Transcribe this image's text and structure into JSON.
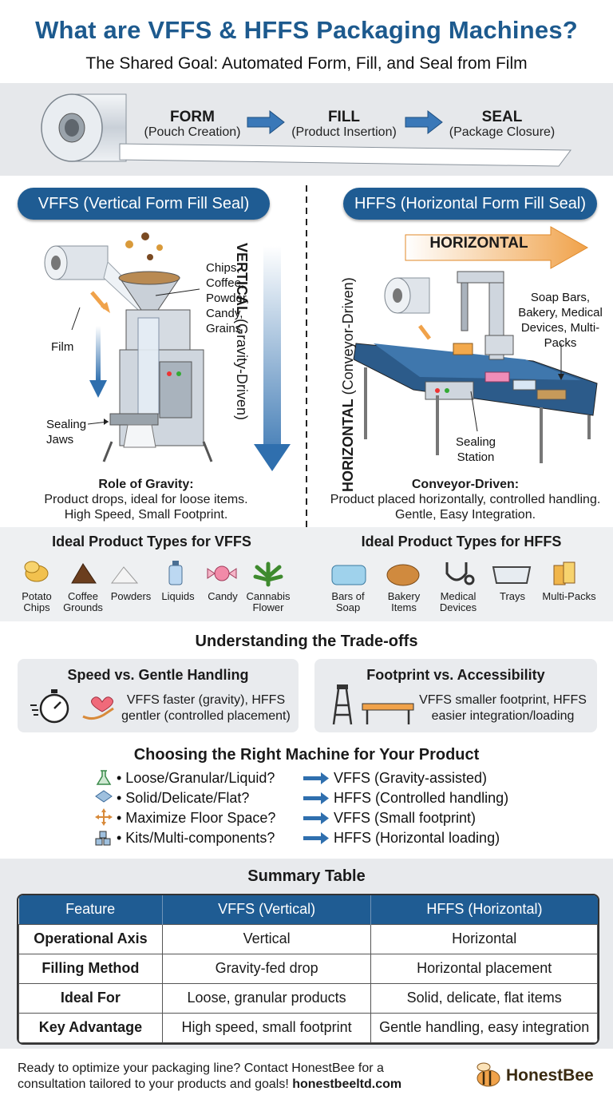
{
  "title": "What are VFFS & HFFS Packaging Machines?",
  "subtitle": "The Shared Goal: Automated Form, Fill, and Seal from Film",
  "process": [
    {
      "label": "FORM",
      "sub": "(Pouch Creation)"
    },
    {
      "label": "FILL",
      "sub": "(Product Insertion)"
    },
    {
      "label": "SEAL",
      "sub": "(Package Closure)"
    }
  ],
  "vffs": {
    "pill": "VFFS (Vertical Form Fill Seal)",
    "axis_bold": "VERTICAL",
    "axis_rest": " (Gravity-Driven)",
    "film_label": "Film",
    "jaws_label": "Sealing Jaws",
    "products_label": "Chips, Coffee, Powder, Candy, Grains",
    "role_heading": "Role of Gravity:",
    "role_line1": "Product drops, ideal for loose items.",
    "role_line2": "High Speed, Small Footprint.",
    "products_heading": "Ideal Product Types for VFFS",
    "products": [
      {
        "label": "Potato Chips",
        "icon": "potato-chips-icon"
      },
      {
        "label": "Coffee Grounds",
        "icon": "coffee-grounds-icon"
      },
      {
        "label": "Powders",
        "icon": "powder-icon"
      },
      {
        "label": "Liquids",
        "icon": "liquid-bottle-icon"
      },
      {
        "label": "Candy",
        "icon": "candy-icon"
      },
      {
        "label": "Cannabis Flower",
        "icon": "cannabis-leaf-icon"
      }
    ]
  },
  "hffs": {
    "pill": "HFFS (Horizontal Form Fill Seal)",
    "axis_bold": "HORIZONTAL",
    "axis_rest": " (Conveyor-Driven)",
    "arrow_label": "HORIZONTAL",
    "products_label": "Soap Bars, Bakery, Medical Devices, Multi-Packs",
    "station_label": "Sealing Station",
    "role_heading": "Conveyor-Driven:",
    "role_line1": "Product placed horizontally, controlled handling.",
    "role_line2": "Gentle, Easy Integration.",
    "products_heading": "Ideal Product Types for HFFS",
    "products": [
      {
        "label": "Bars of Soap",
        "icon": "soap-bar-icon"
      },
      {
        "label": "Bakery Items",
        "icon": "bread-icon"
      },
      {
        "label": "Medical Devices",
        "icon": "stethoscope-icon"
      },
      {
        "label": "Trays",
        "icon": "tray-icon"
      },
      {
        "label": "Multi-Packs",
        "icon": "multipack-icon"
      }
    ]
  },
  "tradeoffs": {
    "heading": "Understanding the Trade-offs",
    "cards": [
      {
        "title": "Speed vs. Gentle Handling",
        "line1": "VFFS faster (gravity), HFFS",
        "line2": "gentler (controlled placement)"
      },
      {
        "title": "Footprint vs. Accessibility",
        "line1": "VFFS smaller footprint, HFFS",
        "line2": "easier integration/loading"
      }
    ]
  },
  "choosing": {
    "heading": "Choosing the Right Machine for Your Product",
    "rows": [
      {
        "question": "• Loose/Granular/Liquid?",
        "answer": "VFFS (Gravity-assisted)",
        "icon": "flask-icon"
      },
      {
        "question": "• Solid/Delicate/Flat?",
        "answer": "HFFS (Controlled handling)",
        "icon": "flat-item-icon"
      },
      {
        "question": "• Maximize Floor Space?",
        "answer": "VFFS (Small footprint)",
        "icon": "expand-arrows-icon"
      },
      {
        "question": "• Kits/Multi-components?",
        "answer": "HFFS (Horizontal loading)",
        "icon": "cubes-icon"
      }
    ]
  },
  "summary": {
    "heading": "Summary Table",
    "columns": [
      "Feature",
      "VFFS (Vertical)",
      "HFFS (Horizontal)"
    ],
    "rows": [
      [
        "Operational Axis",
        "Vertical",
        "Horizontal"
      ],
      [
        "Filling Method",
        "Gravity-fed drop",
        "Horizontal placement"
      ],
      [
        "Ideal For",
        "Loose, granular products",
        "Solid, delicate, flat items"
      ],
      [
        "Key Advantage",
        "High speed, small footprint",
        "Gentle handling, easy integration"
      ]
    ]
  },
  "footer": {
    "text": "Ready to optimize your packaging line? Contact HonestBee for a consultation tailored to your products and goals!",
    "link": "honestbeeltd.com",
    "brand": "HonestBee"
  },
  "colors": {
    "primary": "#1f5c93",
    "title": "#1d5a8e",
    "accent_orange": "#f0a24a",
    "band": "#e6e8eb"
  }
}
